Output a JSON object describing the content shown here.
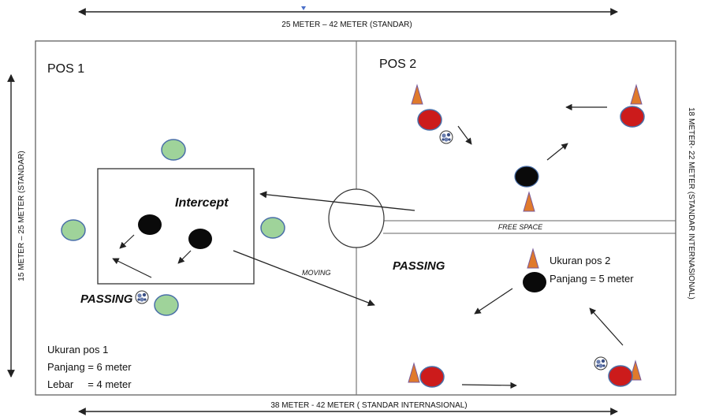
{
  "dimensions": {
    "top": "25 METER –  42 METER (STANDAR)",
    "bottom": "38 METER -  42 METER ( STANDAR INTERNASIONAL)",
    "left": "15 METER – 25 METER (STANDAR)",
    "right": "18 METER- 22 METER (STANDAR INTERNASIONAL)"
  },
  "pos1": {
    "title": "POS 1",
    "intercept": "Intercept",
    "passing": "PASSING",
    "size_title": "Ukuran pos 1",
    "size_length": "Panjang = 6 meter",
    "size_width": "Lebar     = 4 meter"
  },
  "pos2": {
    "title": "POS 2",
    "free_space": "FREE SPACE",
    "passing": "PASSING",
    "size_title": "Ukuran pos 2",
    "size_length": "Panjang = 5 meter"
  },
  "labels": {
    "moving": "MOVING"
  },
  "colors": {
    "green_player": "#9fd39a",
    "red_player": "#cc1b1b",
    "black_player": "#0a0a0a",
    "cone": "#e07a2c",
    "ball": "#6b7fb0",
    "field_line": "#555555"
  }
}
